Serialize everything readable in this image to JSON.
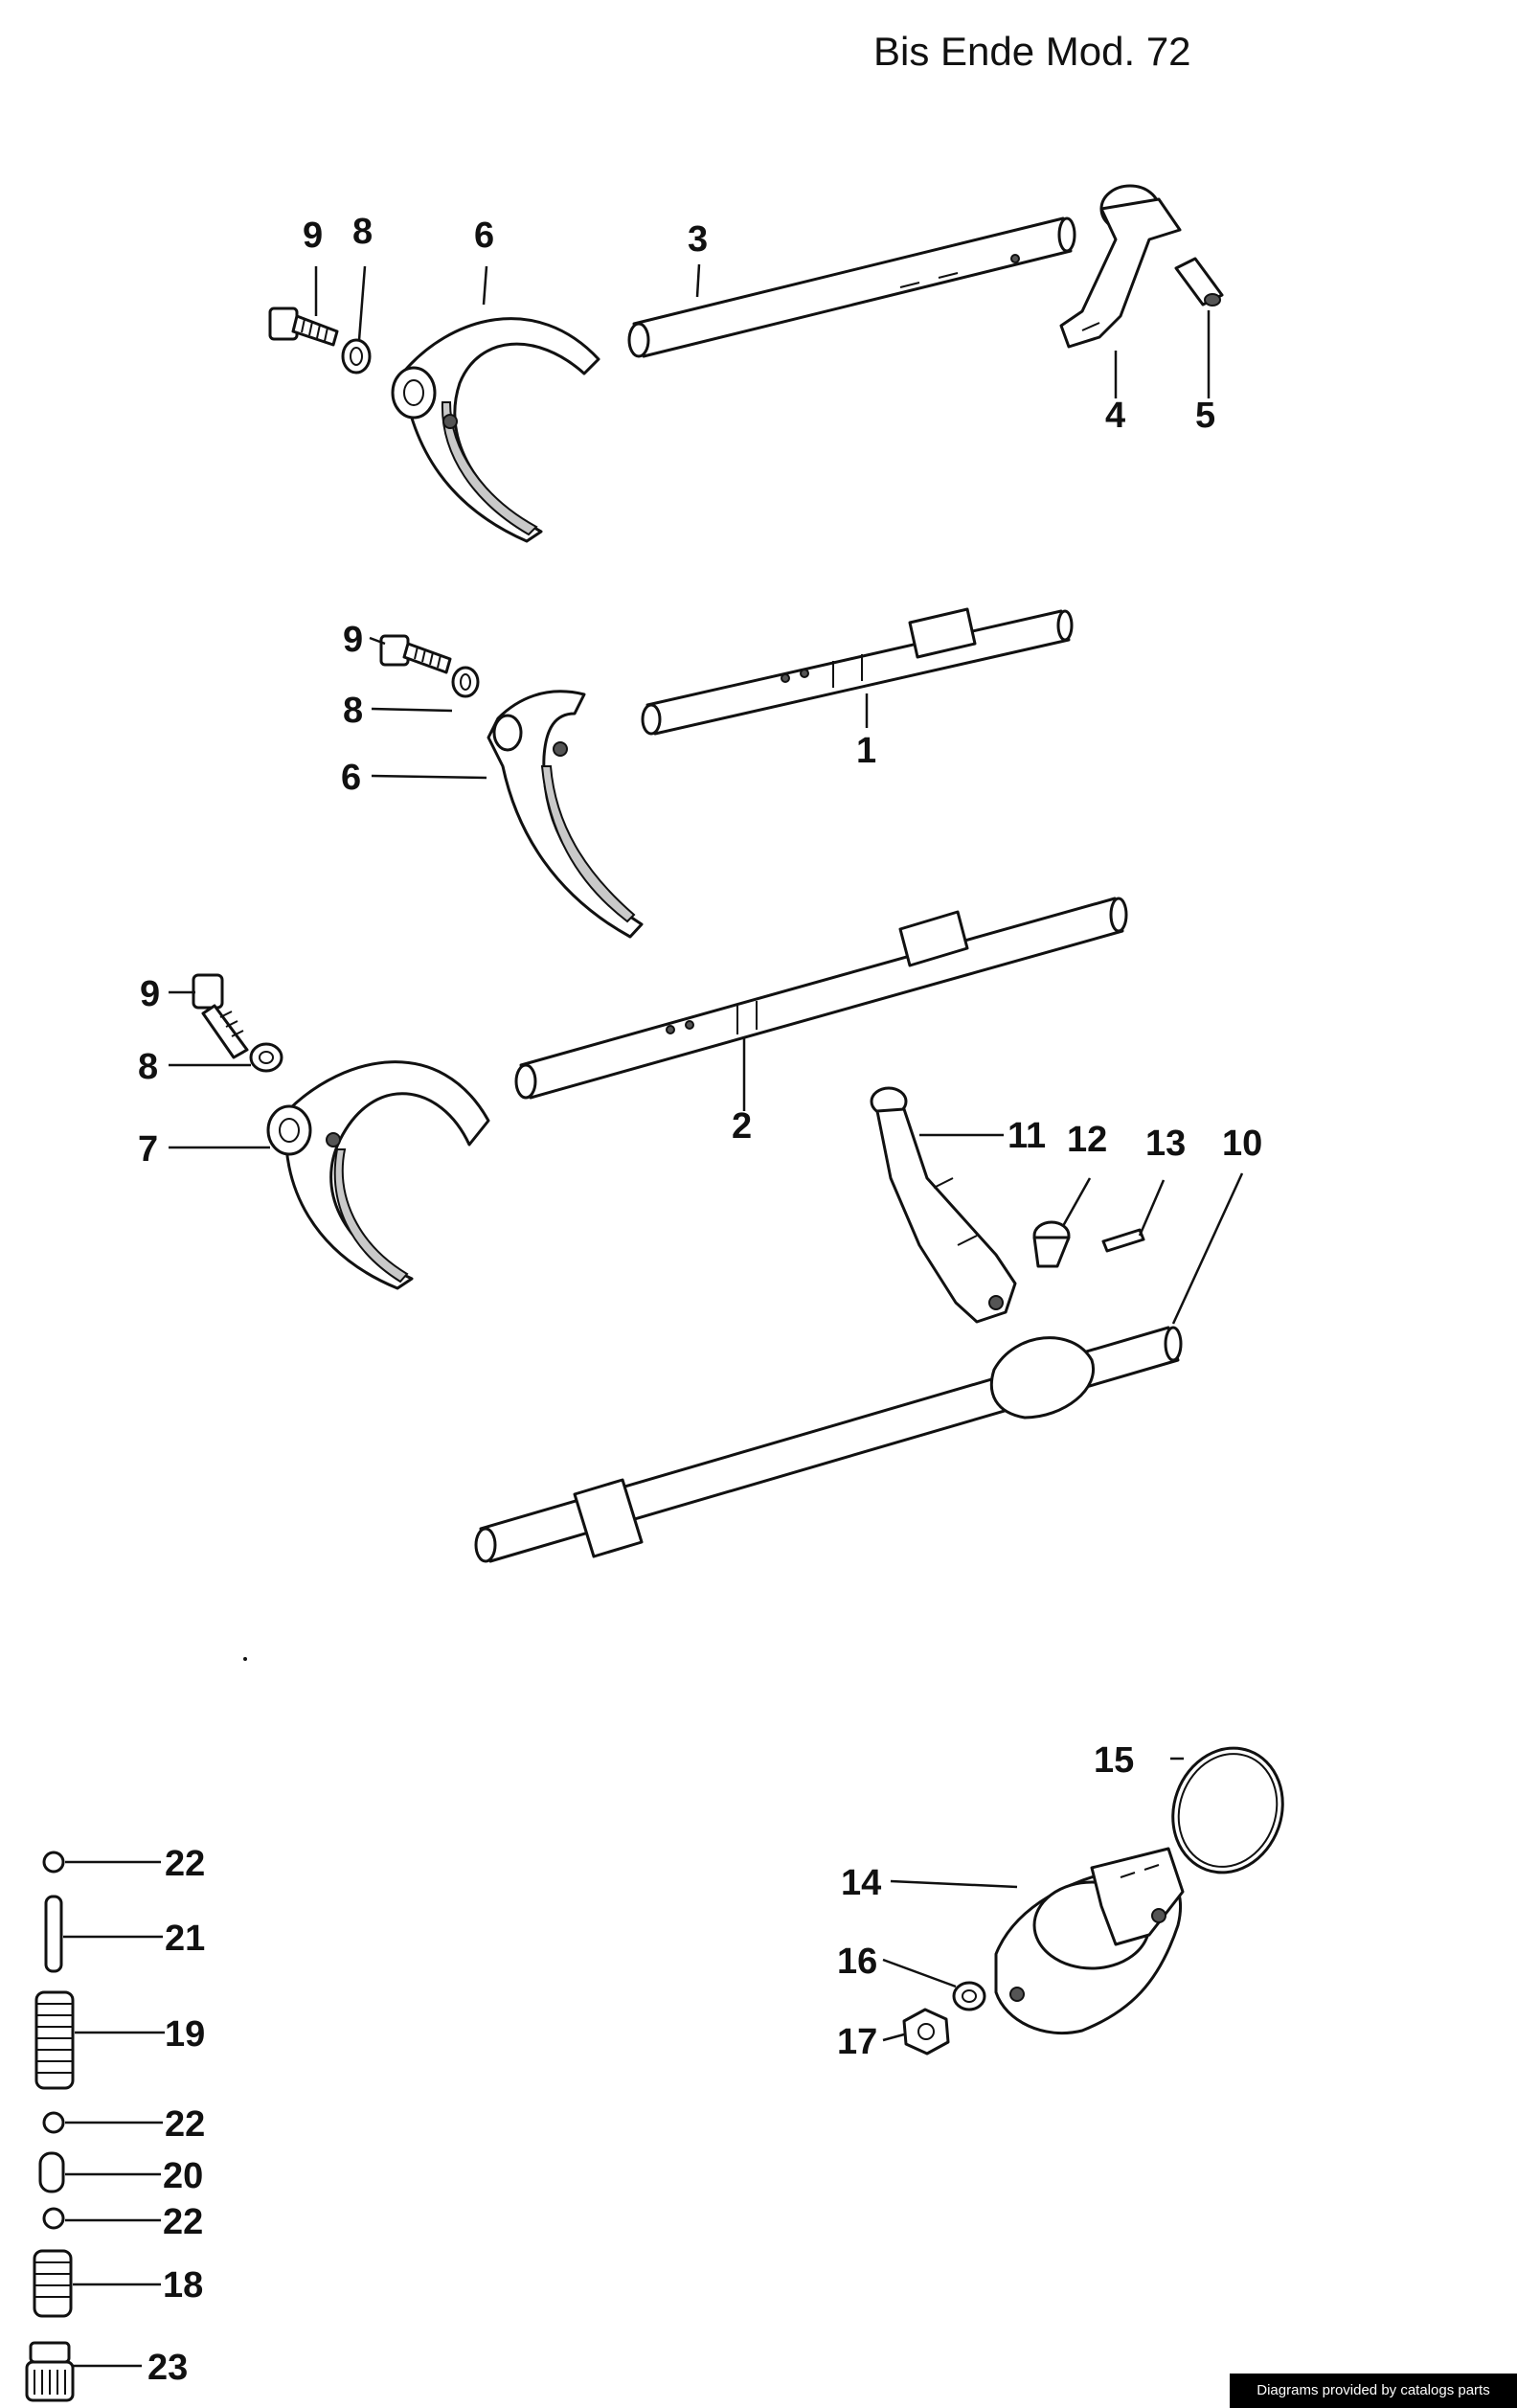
{
  "title": "Bis Ende Mod. 72",
  "credit": "Diagrams provided by catalogs parts",
  "callouts": {
    "c1": "1",
    "c2": "2",
    "c3": "3",
    "c4": "4",
    "c5": "5",
    "c6a": "6",
    "c6b": "6",
    "c7": "7",
    "c8a": "8",
    "c8b": "8",
    "c8c": "8",
    "c9a": "9",
    "c9b": "9",
    "c9c": "9",
    "c10": "10",
    "c11": "11",
    "c12": "12",
    "c13": "13",
    "c14": "14",
    "c15": "15",
    "c16": "16",
    "c17": "17",
    "c18": "18",
    "c19": "19",
    "c20": "20",
    "c21": "21",
    "c22a": "22",
    "c22b": "22",
    "c22c": "22",
    "c23": "23"
  }
}
